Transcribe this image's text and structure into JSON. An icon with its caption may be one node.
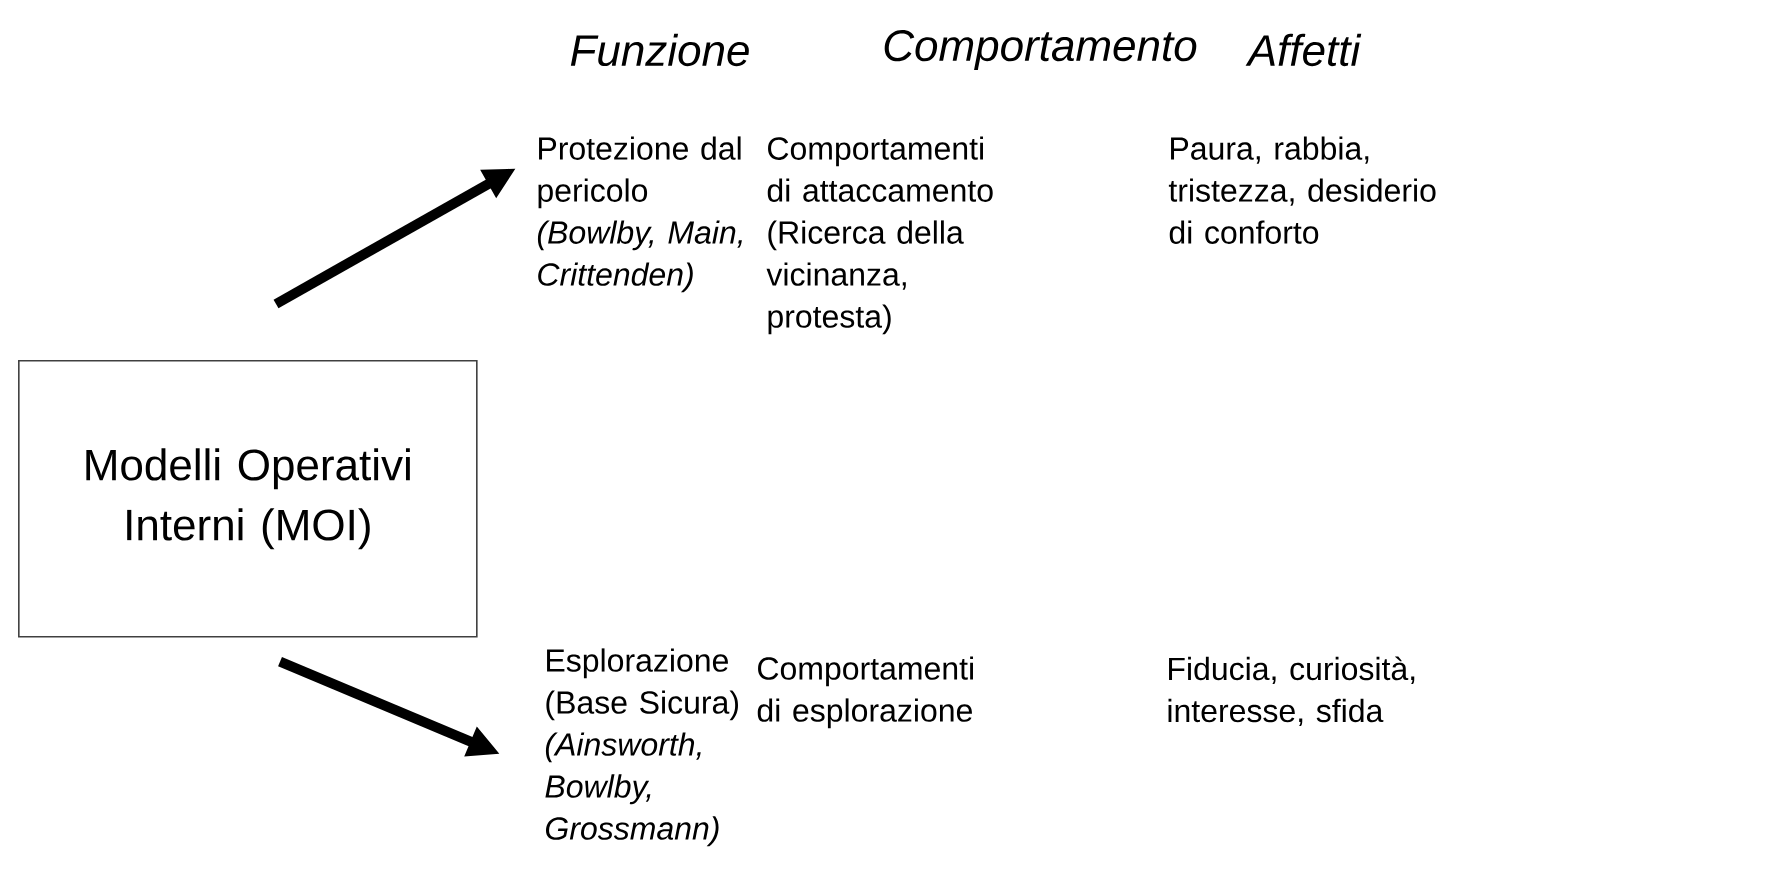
{
  "diagram": {
    "nodes": [
      {
        "text": [
          "Modelli Operativi Interni (MOI)"
        ]
      },
      {
        "text": [
          "Protezione dal pericolo",
          "(Bowlby, Main, Crittenden)"
        ]
      },
      {
        "text": [
          "Esplorazione (Base Sicura)",
          "(Ainsworth, Bowlby, Grossmann)"
        ]
      }
    ],
    "edges": [
      {
        "from": 0,
        "to": 1,
        "arrow": "to"
      },
      {
        "from": 0,
        "to": 2,
        "arrow": "to"
      }
    ],
    "labels": [
      "Funzione",
      "Comportamento",
      "Affetti",
      "Comportamenti di attaccamento (Ricerca della vicinanza, protesta)",
      "Paura, rabbia, tristezza, desiderio di conforto",
      "Comportamenti di esplorazione",
      "Fiducia, curiosità, interesse, sfida"
    ]
  }
}
